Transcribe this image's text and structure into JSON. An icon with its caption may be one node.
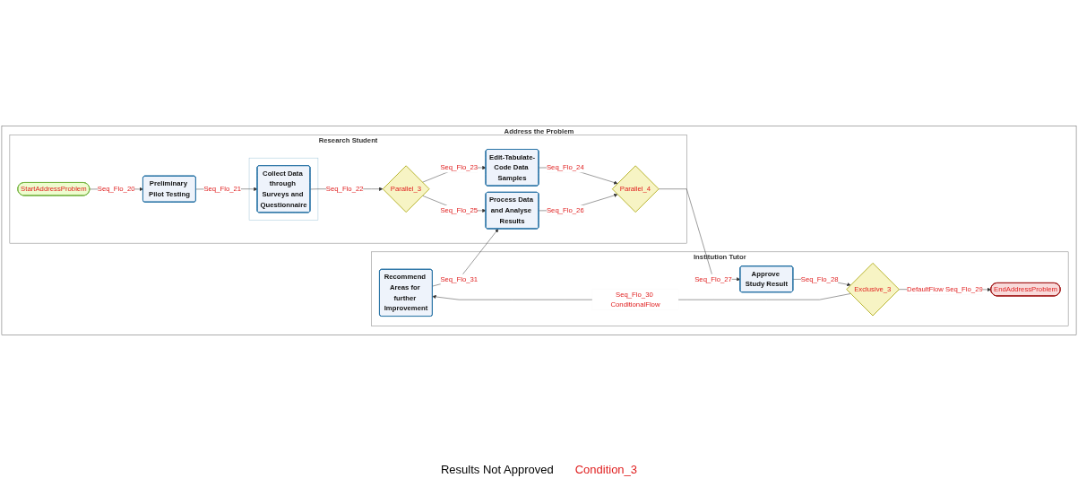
{
  "diagram": {
    "nodes": [
      {
        "text": [
          "Address the Problem"
        ]
      },
      {
        "text": [
          "Research Student"
        ],
        "in": 0
      },
      {
        "text": [
          "Institution Tutor"
        ],
        "in": 0
      },
      {
        "text": [
          "StartAddressProblem"
        ],
        "in": 1
      },
      {
        "text": [
          "Preliminary Pilot Testing"
        ],
        "in": 1
      },
      {
        "text": [],
        "shape": "box",
        "in": 1
      },
      {
        "text": [
          "Collect Data through Surveys and Questionnaire"
        ],
        "in": 5
      },
      {
        "text": [
          "Parallel_3"
        ],
        "in": 1
      },
      {
        "text": [
          "Edit-Tabulate-Code Data Samples"
        ],
        "in": 1
      },
      {
        "text": [
          "Process Data and Analyse Results"
        ],
        "in": 1
      },
      {
        "text": [
          "Parallel_4"
        ],
        "in": 1
      },
      {
        "text": [
          "Recommend Areas for further Improvement"
        ],
        "in": 2
      },
      {
        "text": [
          "Approve Study Result"
        ],
        "in": 2
      },
      {
        "text": [
          "Exclusive_3"
        ],
        "in": 2
      },
      {
        "text": [
          "EndAddressProblem"
        ],
        "in": 2
      }
    ],
    "edges": [
      {
        "from": 3,
        "to": 4,
        "arrow": "to",
        "label": "Seq_Flo_20"
      },
      {
        "from": 4,
        "to": 6,
        "arrow": "to",
        "label": "Seq_Flo_21"
      },
      {
        "from": 6,
        "to": 7,
        "arrow": "to",
        "label": "Seq_Flo_22"
      },
      {
        "from": 7,
        "to": 8,
        "arrow": "to",
        "label": "Seq_Flo_23"
      },
      {
        "from": 7,
        "to": 9,
        "arrow": "to",
        "label": "Seq_Flo_25"
      },
      {
        "from": 8,
        "to": 10,
        "arrow": "to",
        "label": "Seq_Flo_24"
      },
      {
        "from": 9,
        "to": 10,
        "arrow": "to",
        "label": "Seq_Flo_26"
      },
      {
        "from": 10,
        "to": 12,
        "arrow": "to",
        "label": "Seq_Flo_27"
      },
      {
        "from": 12,
        "to": 13,
        "arrow": "to",
        "label": "Seq_Flo_28"
      },
      {
        "from": 13,
        "to": 14,
        "arrow": "to",
        "label": "DefaultFlow Seq_Flo_29"
      },
      {
        "from": 13,
        "to": 11,
        "arrow": "to",
        "label": "Seq_Flo_30 ConditionalFlow"
      },
      {
        "from": 11,
        "to": 9,
        "arrow": "to",
        "label": "Seq_Flo_31"
      }
    ],
    "labels": [
      "Results Not Approved",
      "Condition_3"
    ]
  }
}
